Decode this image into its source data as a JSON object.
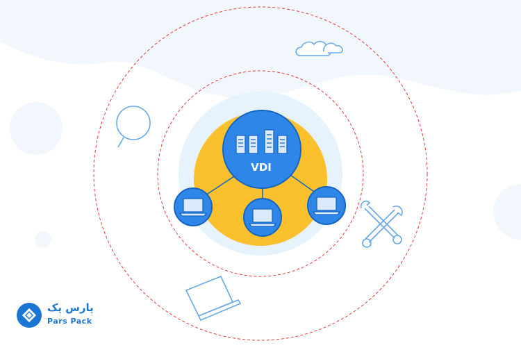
{
  "colors": {
    "primary_blue": "#2e86e8",
    "dark_blue": "#1a6fd0",
    "outline_blue": "#1565c0",
    "light_bg": "#eef5fc",
    "halo": "#e6f2fc",
    "accent_yellow": "#fbc02d",
    "dashed_red": "#e53935",
    "icon_outline": "#64a8e8"
  },
  "hub": {
    "label": "VDI",
    "icon": "server-rack-icon"
  },
  "clients": [
    {
      "icon": "laptop-icon"
    },
    {
      "icon": "laptop-icon"
    },
    {
      "icon": "laptop-icon"
    }
  ],
  "decorations": [
    "cloud-icon",
    "magnifier-icon",
    "wrench-icon",
    "laptop-outline-icon"
  ],
  "brand": {
    "name_fa": "پارس پک",
    "name_en": "Pars Pack",
    "icon": "parspack-logo-icon"
  }
}
